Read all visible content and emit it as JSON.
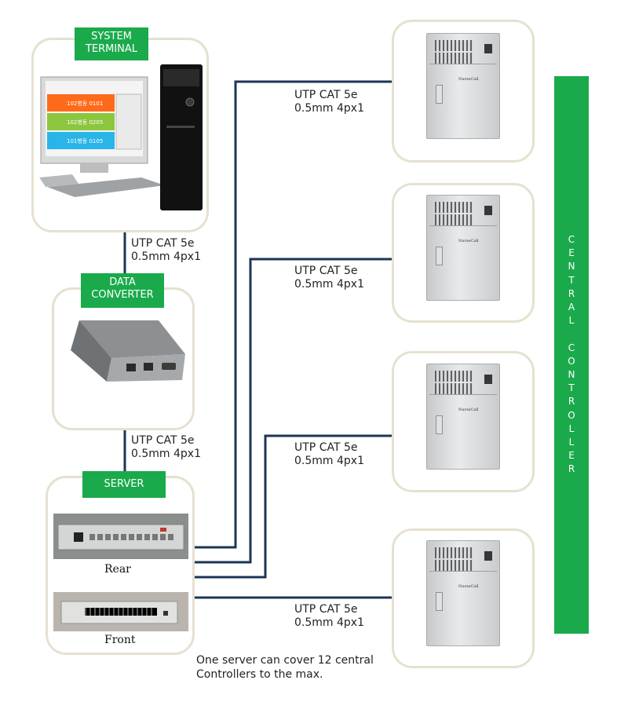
{
  "nodes": {
    "system_terminal": {
      "label_line1": "SYSTEM",
      "label_line2": "TERMINAL",
      "monitor_rows": [
        "102병동 0101",
        "102병동 0205",
        "101병동 0105"
      ]
    },
    "data_converter": {
      "label_line1": "DATA",
      "label_line2": "CONVERTER"
    },
    "server": {
      "label": "SERVER",
      "rear_caption": "Rear",
      "front_caption": "Front"
    },
    "central_controller": {
      "label_letters": [
        "C",
        "E",
        "N",
        "T",
        "R",
        "A",
        "L",
        "",
        "C",
        "O",
        "N",
        "T",
        "R",
        "O",
        "L",
        "L",
        "E",
        "R"
      ],
      "brand": "NurseCall"
    }
  },
  "links": [
    {
      "id": "terminal-converter",
      "line1": "UTP CAT 5e",
      "line2": "0.5mm 4px1"
    },
    {
      "id": "converter-server",
      "line1": "UTP CAT 5e",
      "line2": "0.5mm 4px1"
    },
    {
      "id": "server-controller-1",
      "line1": "UTP CAT 5e",
      "line2": "0.5mm 4px1"
    },
    {
      "id": "server-controller-2",
      "line1": "UTP CAT 5e",
      "line2": "0.5mm 4px1"
    },
    {
      "id": "server-controller-3",
      "line1": "UTP CAT 5e",
      "line2": "0.5mm 4px1"
    },
    {
      "id": "server-controller-4",
      "line1": "UTP CAT 5e",
      "line2": "0.5mm 4px1"
    }
  ],
  "footnote": {
    "line1": "One server can cover 12 central",
    "line2": "Controllers to the max."
  },
  "colors": {
    "accent_green": "#1aaa4b",
    "wire": "#1b3556",
    "card_border": "#e6e1cf"
  }
}
